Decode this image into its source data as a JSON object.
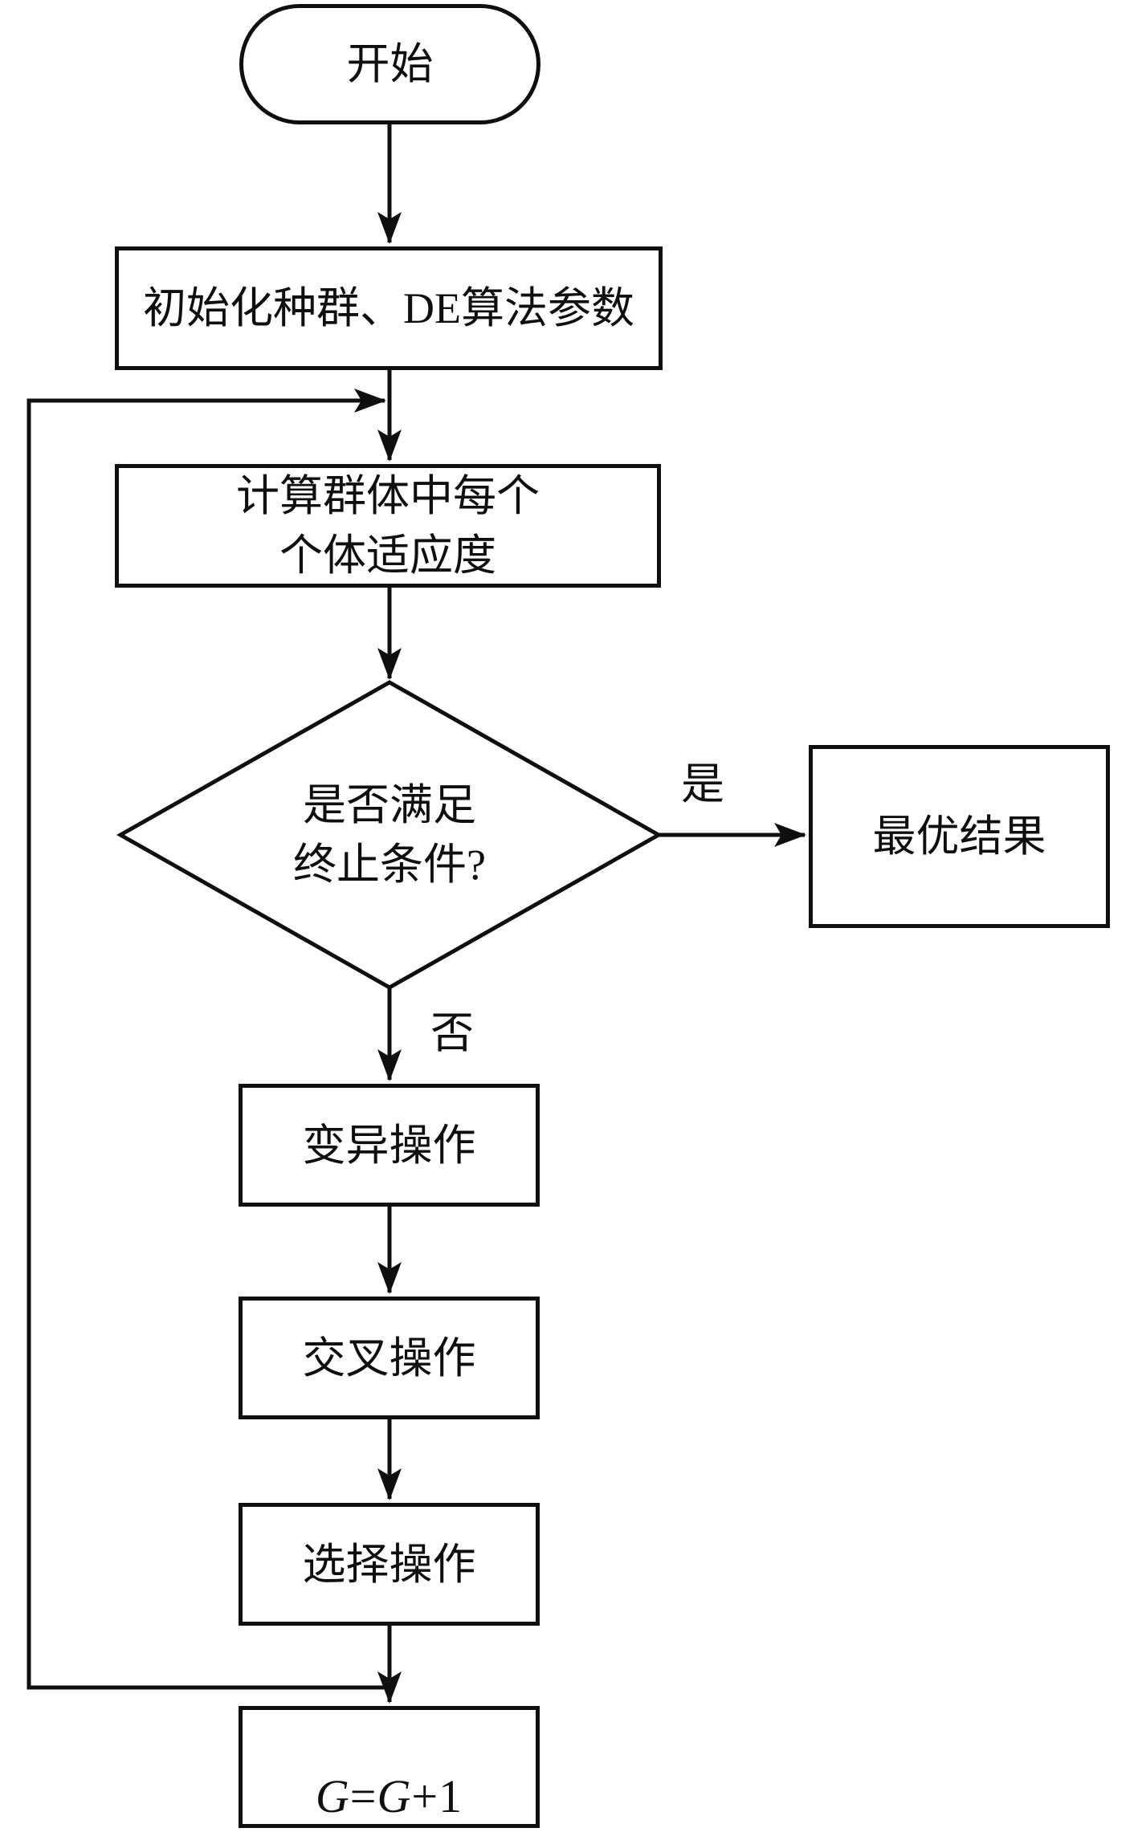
{
  "diagram": {
    "type": "flowchart",
    "title_hint": "DE algorithm flow",
    "colors": {
      "background": "#ffffff",
      "ink": "#0f0f0f"
    }
  },
  "nodes": {
    "start": {
      "shape": "terminator",
      "label": "开始"
    },
    "init": {
      "shape": "process",
      "label": "初始化种群、DE算法参数"
    },
    "fitness": {
      "shape": "process",
      "label": "计算群体中每个\n个体适应度"
    },
    "decision": {
      "shape": "decision",
      "label": "是否满足\n终止条件?"
    },
    "best": {
      "shape": "process",
      "label": "最优结果"
    },
    "mutation": {
      "shape": "process",
      "label": "变异操作"
    },
    "crossover": {
      "shape": "process",
      "label": "交叉操作"
    },
    "selection": {
      "shape": "process",
      "label": "选择操作"
    },
    "increment": {
      "shape": "process",
      "label": "G=G+1",
      "parts": {
        "g1": "G",
        "eq": "=",
        "g2": "G",
        "plus": "+1"
      }
    }
  },
  "edges": [
    {
      "from": "start",
      "to": "init"
    },
    {
      "from": "init",
      "to": "fitness"
    },
    {
      "from": "fitness",
      "to": "decision"
    },
    {
      "from": "decision",
      "to": "best",
      "label": "是"
    },
    {
      "from": "decision",
      "to": "mutation",
      "label": "否"
    },
    {
      "from": "mutation",
      "to": "crossover"
    },
    {
      "from": "crossover",
      "to": "selection"
    },
    {
      "from": "selection",
      "to": "increment"
    },
    {
      "from": "selection",
      "to": "fitness",
      "kind": "loop-back"
    }
  ]
}
